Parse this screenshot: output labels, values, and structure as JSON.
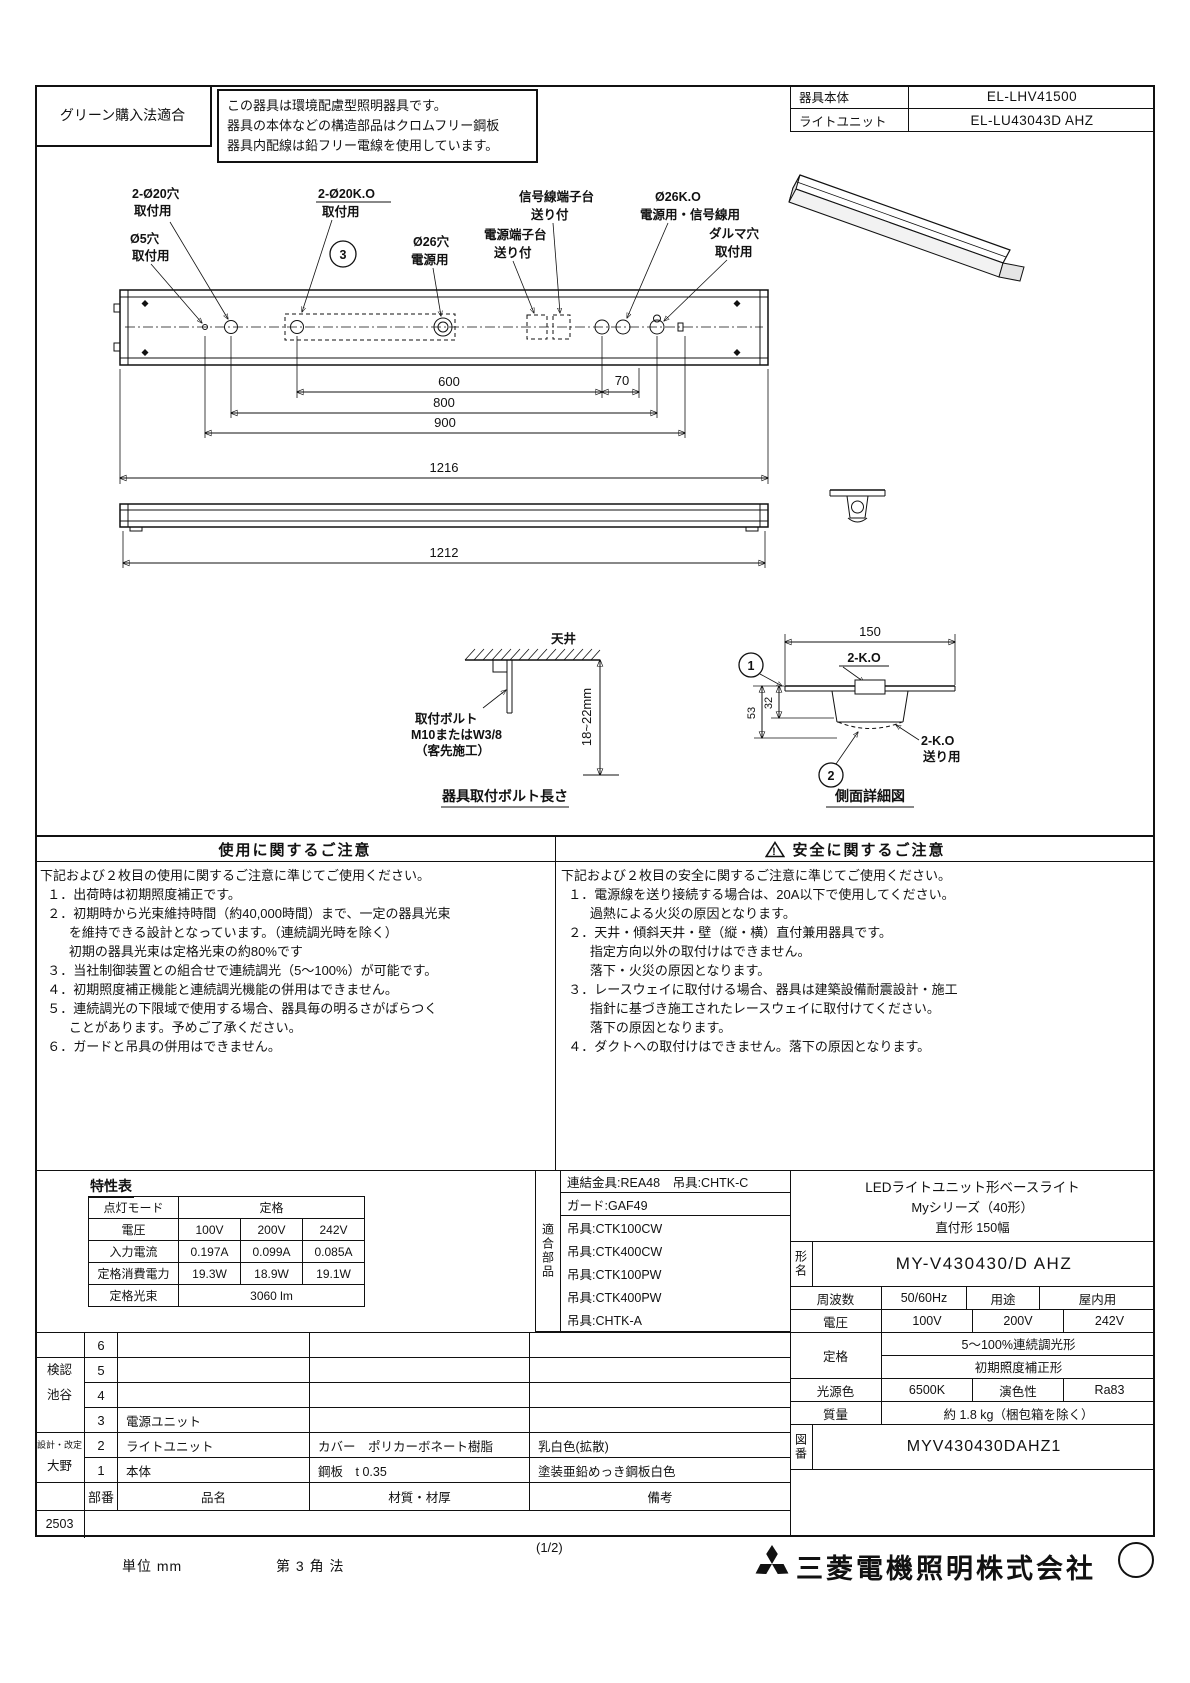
{
  "colors": {
    "ink": "#111111",
    "paper": "#ffffff"
  },
  "header": {
    "green_law": "グリーン購入法適合",
    "eco_lines": [
      "この器具は環境配慮型照明器具です。",
      "器具の本体などの構造部品はクロムフリー鋼板",
      "器具内配線は鉛フリー電線を使用しています。"
    ],
    "product_rows": [
      {
        "label": "器具本体",
        "value": "EL-LHV41500"
      },
      {
        "label": "ライトユニット",
        "value": "EL-LU43043D AHZ"
      }
    ]
  },
  "drawing": {
    "callouts": {
      "holes_20": "2-Ø20穴",
      "holes_20_use": "取付用",
      "hole_5": "Ø5穴",
      "hole_5_use": "取付用",
      "ko_20": "2-Ø20K.O",
      "ko_20_use": "取付用",
      "balloon_3": "3",
      "hole_26": "Ø26穴",
      "hole_26_use": "電源用",
      "power_terminal": "電源端子台",
      "power_terminal_sub": "送り付",
      "signal_terminal": "信号線端子台",
      "signal_terminal_sub": "送り付",
      "ko_26": "Ø26K.O",
      "ko_26_use": "電源用・信号線用",
      "daruma": "ダルマ穴",
      "daruma_use": "取付用"
    },
    "dims": {
      "d600": "600",
      "d70": "70",
      "d800": "800",
      "d900": "900",
      "d1216": "1216",
      "d1212": "1212",
      "d150": "150",
      "d53": "53",
      "d32": "32",
      "bolt_range": "18~22mm"
    },
    "mount_detail": {
      "ceiling": "天井",
      "bolt_line1": "取付ボルト",
      "bolt_line2": "M10またはW3/8",
      "bolt_line3": "（客先施工）",
      "title": "器具取付ボルト長さ"
    },
    "side_detail": {
      "ko_top": "2-K.O",
      "balloon_1": "1",
      "balloon_2": "2",
      "ko_feed": "2-K.O",
      "ko_feed_sub": "送り用",
      "title": "側面詳細図"
    }
  },
  "usage_notes": {
    "title": "使用に関するご注意",
    "lines": [
      "下記および２枚目の使用に関するご注意に準じてご使用ください。",
      "  １．出荷時は初期照度補正です。",
      "  ２．初期時から光束維持時間（約40,000時間）まで、一定の器具光束",
      "        を維持できる設計となっています。（連続調光時を除く）",
      "        初期の器具光束は定格光束の約80%です",
      "  ３．当社制御装置との組合せで連続調光（5～100%）が可能です。",
      "  ４．初期照度補正機能と連続調光機能の併用はできません。",
      "  ５．連続調光の下限域で使用する場合、器具毎の明るさがばらつく",
      "        ことがあります。予めご了承ください。",
      "  ６．ガードと吊具の併用はできません。"
    ]
  },
  "safety_notes": {
    "title": "安全に関するご注意",
    "warning_icon": "!",
    "lines": [
      "下記および２枚目の安全に関するご注意に準じてご使用ください。",
      "  １．電源線を送り接続する場合は、20A以下で使用してください。",
      "        過熱による火災の原因となります。",
      "  ２．天井・傾斜天井・壁（縦・横）直付兼用器具です。",
      "        指定方向以外の取付けはできません。",
      "        落下・火災の原因となります。",
      "  ３．レースウェイに取付ける場合、器具は建築設備耐震設計・施工",
      "        指針に基づき施工されたレースウェイに取付けてください。",
      "        落下の原因となります。",
      "  ４．ダクトへの取付けはできません。落下の原因となります。"
    ]
  },
  "spec_table": {
    "title": "特性表",
    "mode_header": "点灯モード",
    "rating_header": "定格",
    "rows": [
      {
        "label": "電圧",
        "v1": "100V",
        "v2": "200V",
        "v3": "242V"
      },
      {
        "label": "入力電流",
        "v1": "0.197A",
        "v2": "0.099A",
        "v3": "0.085A"
      },
      {
        "label": "定格消費電力",
        "v1": "19.3W",
        "v2": "18.9W",
        "v3": "19.1W"
      }
    ],
    "flux_label": "定格光束",
    "flux_value": "3060 lm"
  },
  "accessories": {
    "vertical_label": "適合部品",
    "items": [
      "連結金具:REA48　吊具:CHTK-C",
      "ガード:GAF49",
      "吊具:CTK100CW",
      "吊具:CTK400CW",
      "吊具:CTK100PW",
      "吊具:CTK400PW",
      "吊具:CHTK-A"
    ]
  },
  "product_info": {
    "title1": "LEDライトユニット形ベースライト",
    "title2": "Myシリーズ（40形）",
    "title3": "直付形 150幅",
    "model_label": "形名",
    "model_value": "MY-V430430/D AHZ",
    "freq_label": "周波数",
    "freq_value": "50/60Hz",
    "use_label": "用途",
    "use_value": "屋内用",
    "volt_label": "電圧",
    "volt1": "100V",
    "volt2": "200V",
    "volt3": "242V",
    "rating_label": "定格",
    "rating1": "5～100%連続調光形",
    "rating2": "初期照度補正形",
    "color_label": "光源色",
    "color_value": "6500K",
    "cri_label": "演色性",
    "cri_value": "Ra83",
    "mass_label": "質量",
    "mass_value": "約 1.8 kg（梱包箱を除く）",
    "dwg_label": "図番",
    "dwg_value": "MYV430430DAHZ1"
  },
  "parts_table": {
    "rows": [
      {
        "no": "6",
        "name": "",
        "material": "",
        "note": ""
      },
      {
        "no": "5",
        "name": "",
        "material": "",
        "note": ""
      },
      {
        "no": "4",
        "name": "",
        "material": "",
        "note": ""
      },
      {
        "no": "3",
        "name": "電源ユニット",
        "material": "",
        "note": ""
      },
      {
        "no": "2",
        "name": "ライトユニット",
        "material": "カバー　ポリカーボネート樹脂",
        "note": "乳白色(拡散)"
      },
      {
        "no": "1",
        "name": "本体",
        "material": "鋼板　t 0.35",
        "note": "塗装亜鉛めっき鋼板白色"
      }
    ],
    "footer": {
      "no": "部番",
      "name": "品名",
      "material": "材質・材厚",
      "note": "備考"
    },
    "approval": {
      "check_label": "検認",
      "check_name": "池谷",
      "design_label": "設計・改定",
      "design_name": "大野"
    }
  },
  "footer": {
    "unit": "単位  mm",
    "projection": "第 3 角 法",
    "page_no": "(1/2)",
    "company": "三菱電機照明株式会社",
    "corner_code": "2503"
  }
}
